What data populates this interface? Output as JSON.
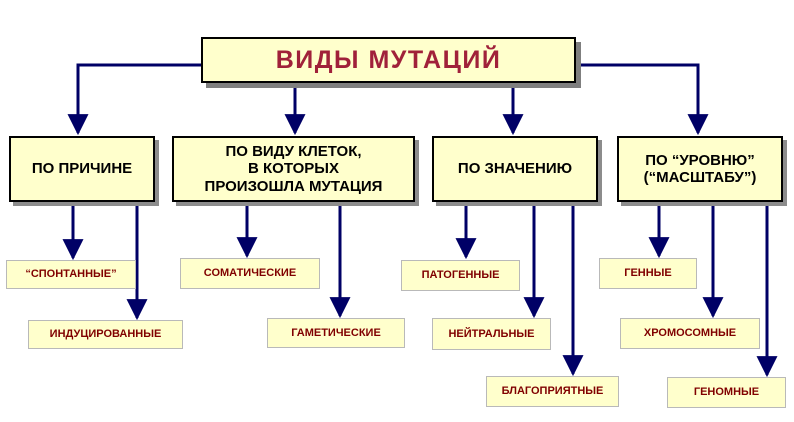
{
  "diagram": {
    "title": "ВИДЫ  МУТАЦИЙ",
    "categories": [
      {
        "label": "ПО ПРИЧИНЕ",
        "types": [
          "“СПОНТАННЫЕ”",
          "ИНДУЦИРОВАННЫЕ"
        ]
      },
      {
        "label": "ПО ВИДУ КЛЕТОК,\nВ КОТОРЫХ\nПРОИЗОШЛА МУТАЦИЯ",
        "types": [
          "СОМАТИЧЕСКИЕ",
          "ГАМЕТИЧЕСКИЕ"
        ]
      },
      {
        "label": "ПО ЗНАЧЕНИЮ",
        "types": [
          "ПАТОГЕННЫЕ",
          "НЕЙТРАЛЬНЫЕ",
          "БЛАГОПРИЯТНЫЕ"
        ]
      },
      {
        "label": "ПО “УРОВНЮ”\n(“МАСШТАБУ”)",
        "types": [
          "ГЕННЫЕ",
          "ХРОМОСОМНЫЕ",
          "ГЕНОМНЫЕ"
        ]
      }
    ]
  },
  "colors": {
    "box_fill": "#ffffcc",
    "title_text": "#a0213a",
    "leaf_text": "#800000",
    "connector": "#000066"
  }
}
